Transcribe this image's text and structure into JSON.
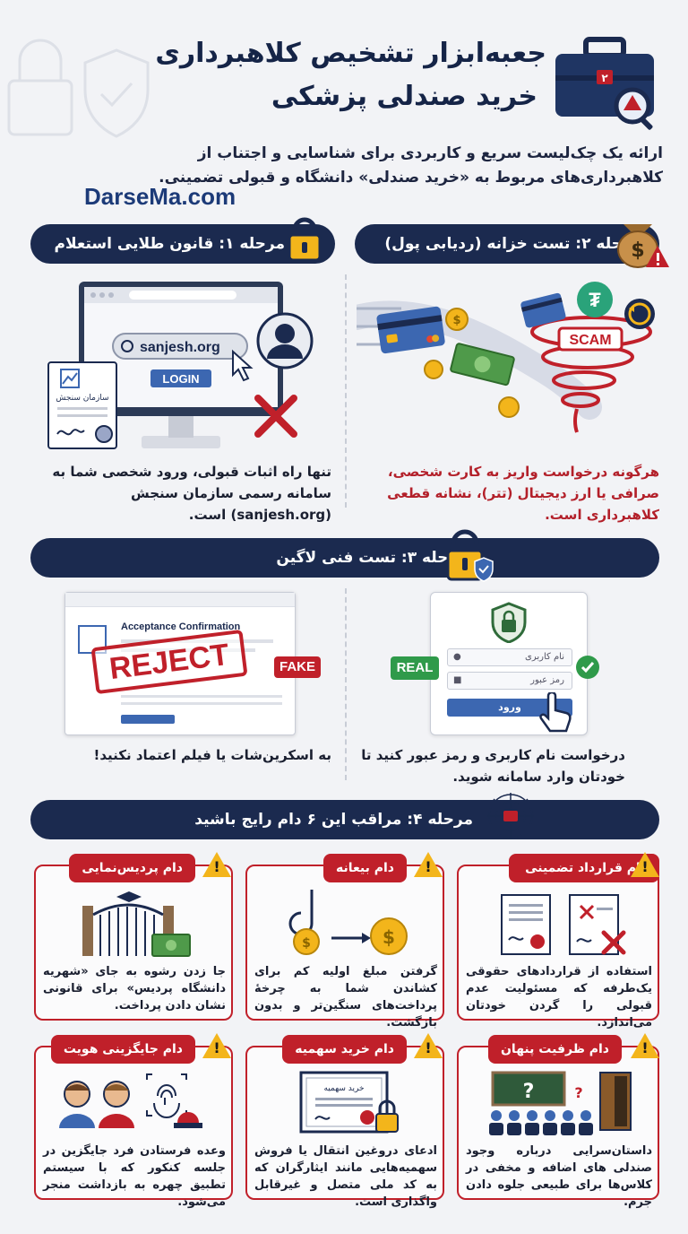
{
  "header": {
    "title_line1": "جعبه‌ابزار تشخیص کلاهبرداری",
    "title_line2": "خرید صندلی پزشکی",
    "intro": "ارائه یک چک‌لیست سریع و کاربردی برای شناسایی و اجتناب از کلاهبرداری‌های مربوط به «خرید صندلی» دانشگاه و قبولی تضمینی.",
    "site": "DarseMa.com",
    "badge_number": "۲"
  },
  "step1": {
    "title": "مرحله ۱: قانون طلایی استعلام",
    "url": "sanjesh.org",
    "login": "LOGIN",
    "doc_label": "سازمان سنجش",
    "caption": "تنها راه اثبات قبولی، ورود شخصی شما به سامانه رسمی سازمان سنجش (sanjesh.org) است."
  },
  "step2": {
    "title": "مرحله ۲: تست خزانه (ردیابی پول)",
    "scam": "SCAM",
    "caption": "هرگونه درخواست واریز به کارت شخصی، صرافی یا ارز دیجیتال (تتر)، نشانه قطعی کلاهبرداری است."
  },
  "step3": {
    "title": "مرحله ۳: تست فنی لاگین",
    "fake_doc_title": "Acceptance Confirmation",
    "reject": "REJECT",
    "fake": "FAKE",
    "fake_caption": "به اسکرین‌شات یا فیلم اعتماد نکنید!",
    "real": "REAL",
    "username_placeholder": "نام کاربری",
    "password_placeholder": "رمز عبور",
    "enter_button": "ورود",
    "real_caption": "درخواست نام کاربری و رمز عبور کنید تا خودتان وارد سامانه شوید."
  },
  "step4": {
    "title": "مرحله ۴: مراقب این ۶ دام رایج باشید",
    "traps": [
      {
        "title": "دام قرارداد تضمینی",
        "text": "استفاده از قراردادهای حقوقی یک‌طرفه که مسئولیت عدم قبولی را گردن خودتان می‌اندازد."
      },
      {
        "title": "دام بیعانه",
        "text": "گرفتن مبلغ اولیه کم برای کشاندن شما به چرخهٔ پرداخت‌های سنگین‌تر و بدون بازگشت."
      },
      {
        "title": "دام پردیس‌نمایی",
        "text": "جا زدن رشوه به جای «شهریه دانشگاه پردیس» برای قانونی نشان دادن پرداخت."
      },
      {
        "title": "دام ظرفیت پنهان",
        "text": "داستان‌سرایی درباره وجود صندلی های اضافه و مخفی در کلاس‌ها برای طبیعی جلوه دادن جرم."
      },
      {
        "title": "دام خرید سهمیه",
        "text": "ادعای دروغین انتقال یا فروش سهمیه‌هایی مانند ایثارگران که به کد ملی متصل و غیرقابل واگذاری است.",
        "doc_label": "خرید سهمیه"
      },
      {
        "title": "دام جایگزینی هویت",
        "text": "وعده فرستادن فرد جایگزین در جلسه کنکور که با سیستم تطبیق چهره به بازداشت منجر می‌شود."
      }
    ]
  },
  "colors": {
    "navy": "#1b2a4f",
    "red": "#c0202a",
    "warn": "#f3b51b",
    "green": "#2f9a4a"
  }
}
